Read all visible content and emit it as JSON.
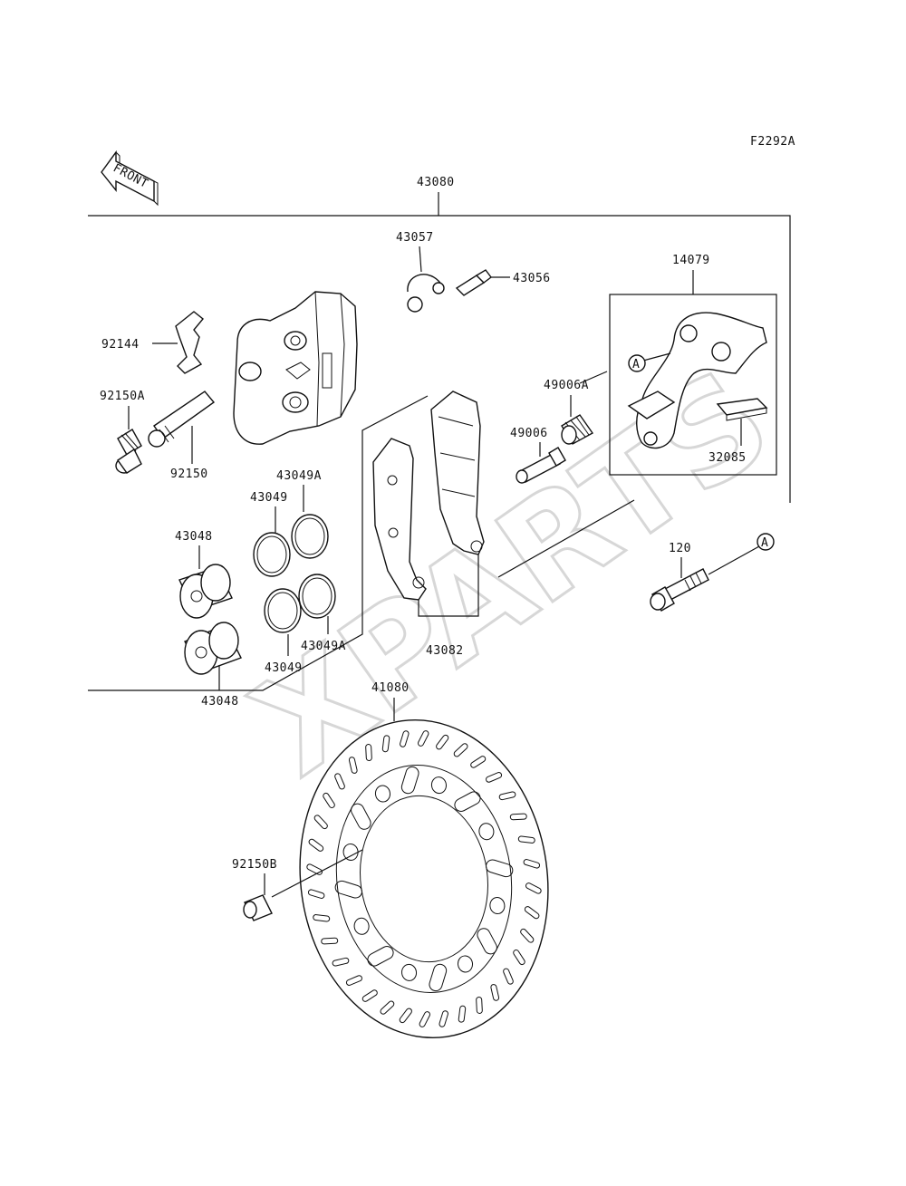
{
  "figure_code": "F2292A",
  "front_label": "FRONT",
  "watermark": "XPARTS",
  "ref_marker": "A",
  "labels": {
    "p43080": "43080",
    "p43057": "43057",
    "p43056": "43056",
    "p14079": "14079",
    "p92144": "92144",
    "p92150A": "92150A",
    "p92150": "92150",
    "p43049A_top": "43049A",
    "p43049_top": "43049",
    "p43048_top": "43048",
    "p43049A_bot": "43049A",
    "p43049_bot": "43049",
    "p43048_bot": "43048",
    "p49006A": "49006A",
    "p49006": "49006",
    "p32085": "32085",
    "p120": "120",
    "p43082": "43082",
    "p41080": "41080",
    "p92150B": "92150B"
  },
  "colors": {
    "line": "#111111",
    "watermark": "#d7d7d7",
    "background": "#ffffff"
  }
}
